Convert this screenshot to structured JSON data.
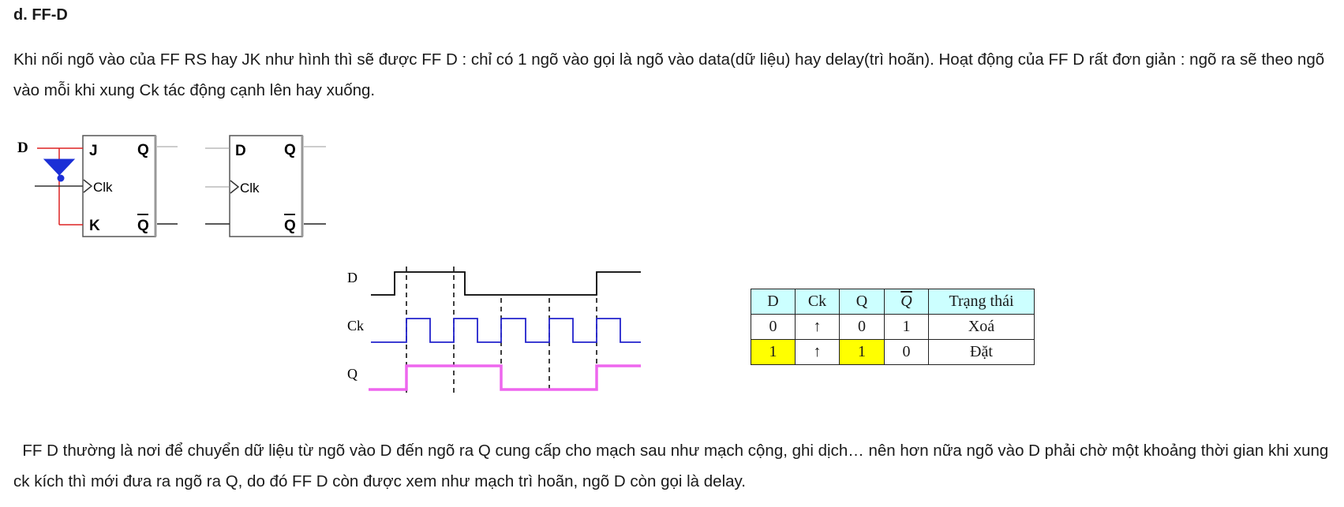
{
  "heading": "d. FF-D",
  "paragraph1": "Khi nối ngõ vào của FF RS hay JK như hình thì sẽ được FF D : chỉ có 1 ngõ vào gọi là ngõ vào data(dữ liệu) hay delay(trì hoãn). Hoạt động của FF D rất đơn giản : ngõ ra sẽ theo ngõ vào mỗi khi xung Ck tác động cạnh lên hay xuống.",
  "paragraph2": "  FF D thường là nơi để chuyển dữ liệu từ ngõ vào D đến ngõ ra Q cung cấp cho mạch sau như mạch cộng, ghi dịch… nên hơn nữa ngõ vào D phải chờ một khoảng thời gian khi xung ck kích thì mới đưa ra ngõ ra Q, do đó FF D còn được xem như mạch trì hoãn, ngõ D còn gọi là delay.",
  "circuit_jk": {
    "input_label": "D",
    "pin_j": "J",
    "pin_clk": "Clk",
    "pin_k": "K",
    "out_q": "Q",
    "out_qbar": "Q"
  },
  "circuit_d": {
    "pin_d": "D",
    "pin_clk": "Clk",
    "out_q": "Q",
    "out_qbar": "Q"
  },
  "timing": {
    "labels": [
      "D",
      "Ck",
      "Q"
    ],
    "colors": {
      "D": "#000000",
      "Ck": "#2222cc",
      "Q": "#ee66ee"
    }
  },
  "truth_table": {
    "headers": [
      "D",
      "Ck",
      "Q",
      "Q",
      "Trạng thái"
    ],
    "rows": [
      [
        "0",
        "↑",
        "0",
        "1",
        "Xoá"
      ],
      [
        "1",
        "↑",
        "1",
        "0",
        "Đặt"
      ]
    ],
    "header_bg": "#ccffff",
    "highlight": "#ffff00"
  }
}
